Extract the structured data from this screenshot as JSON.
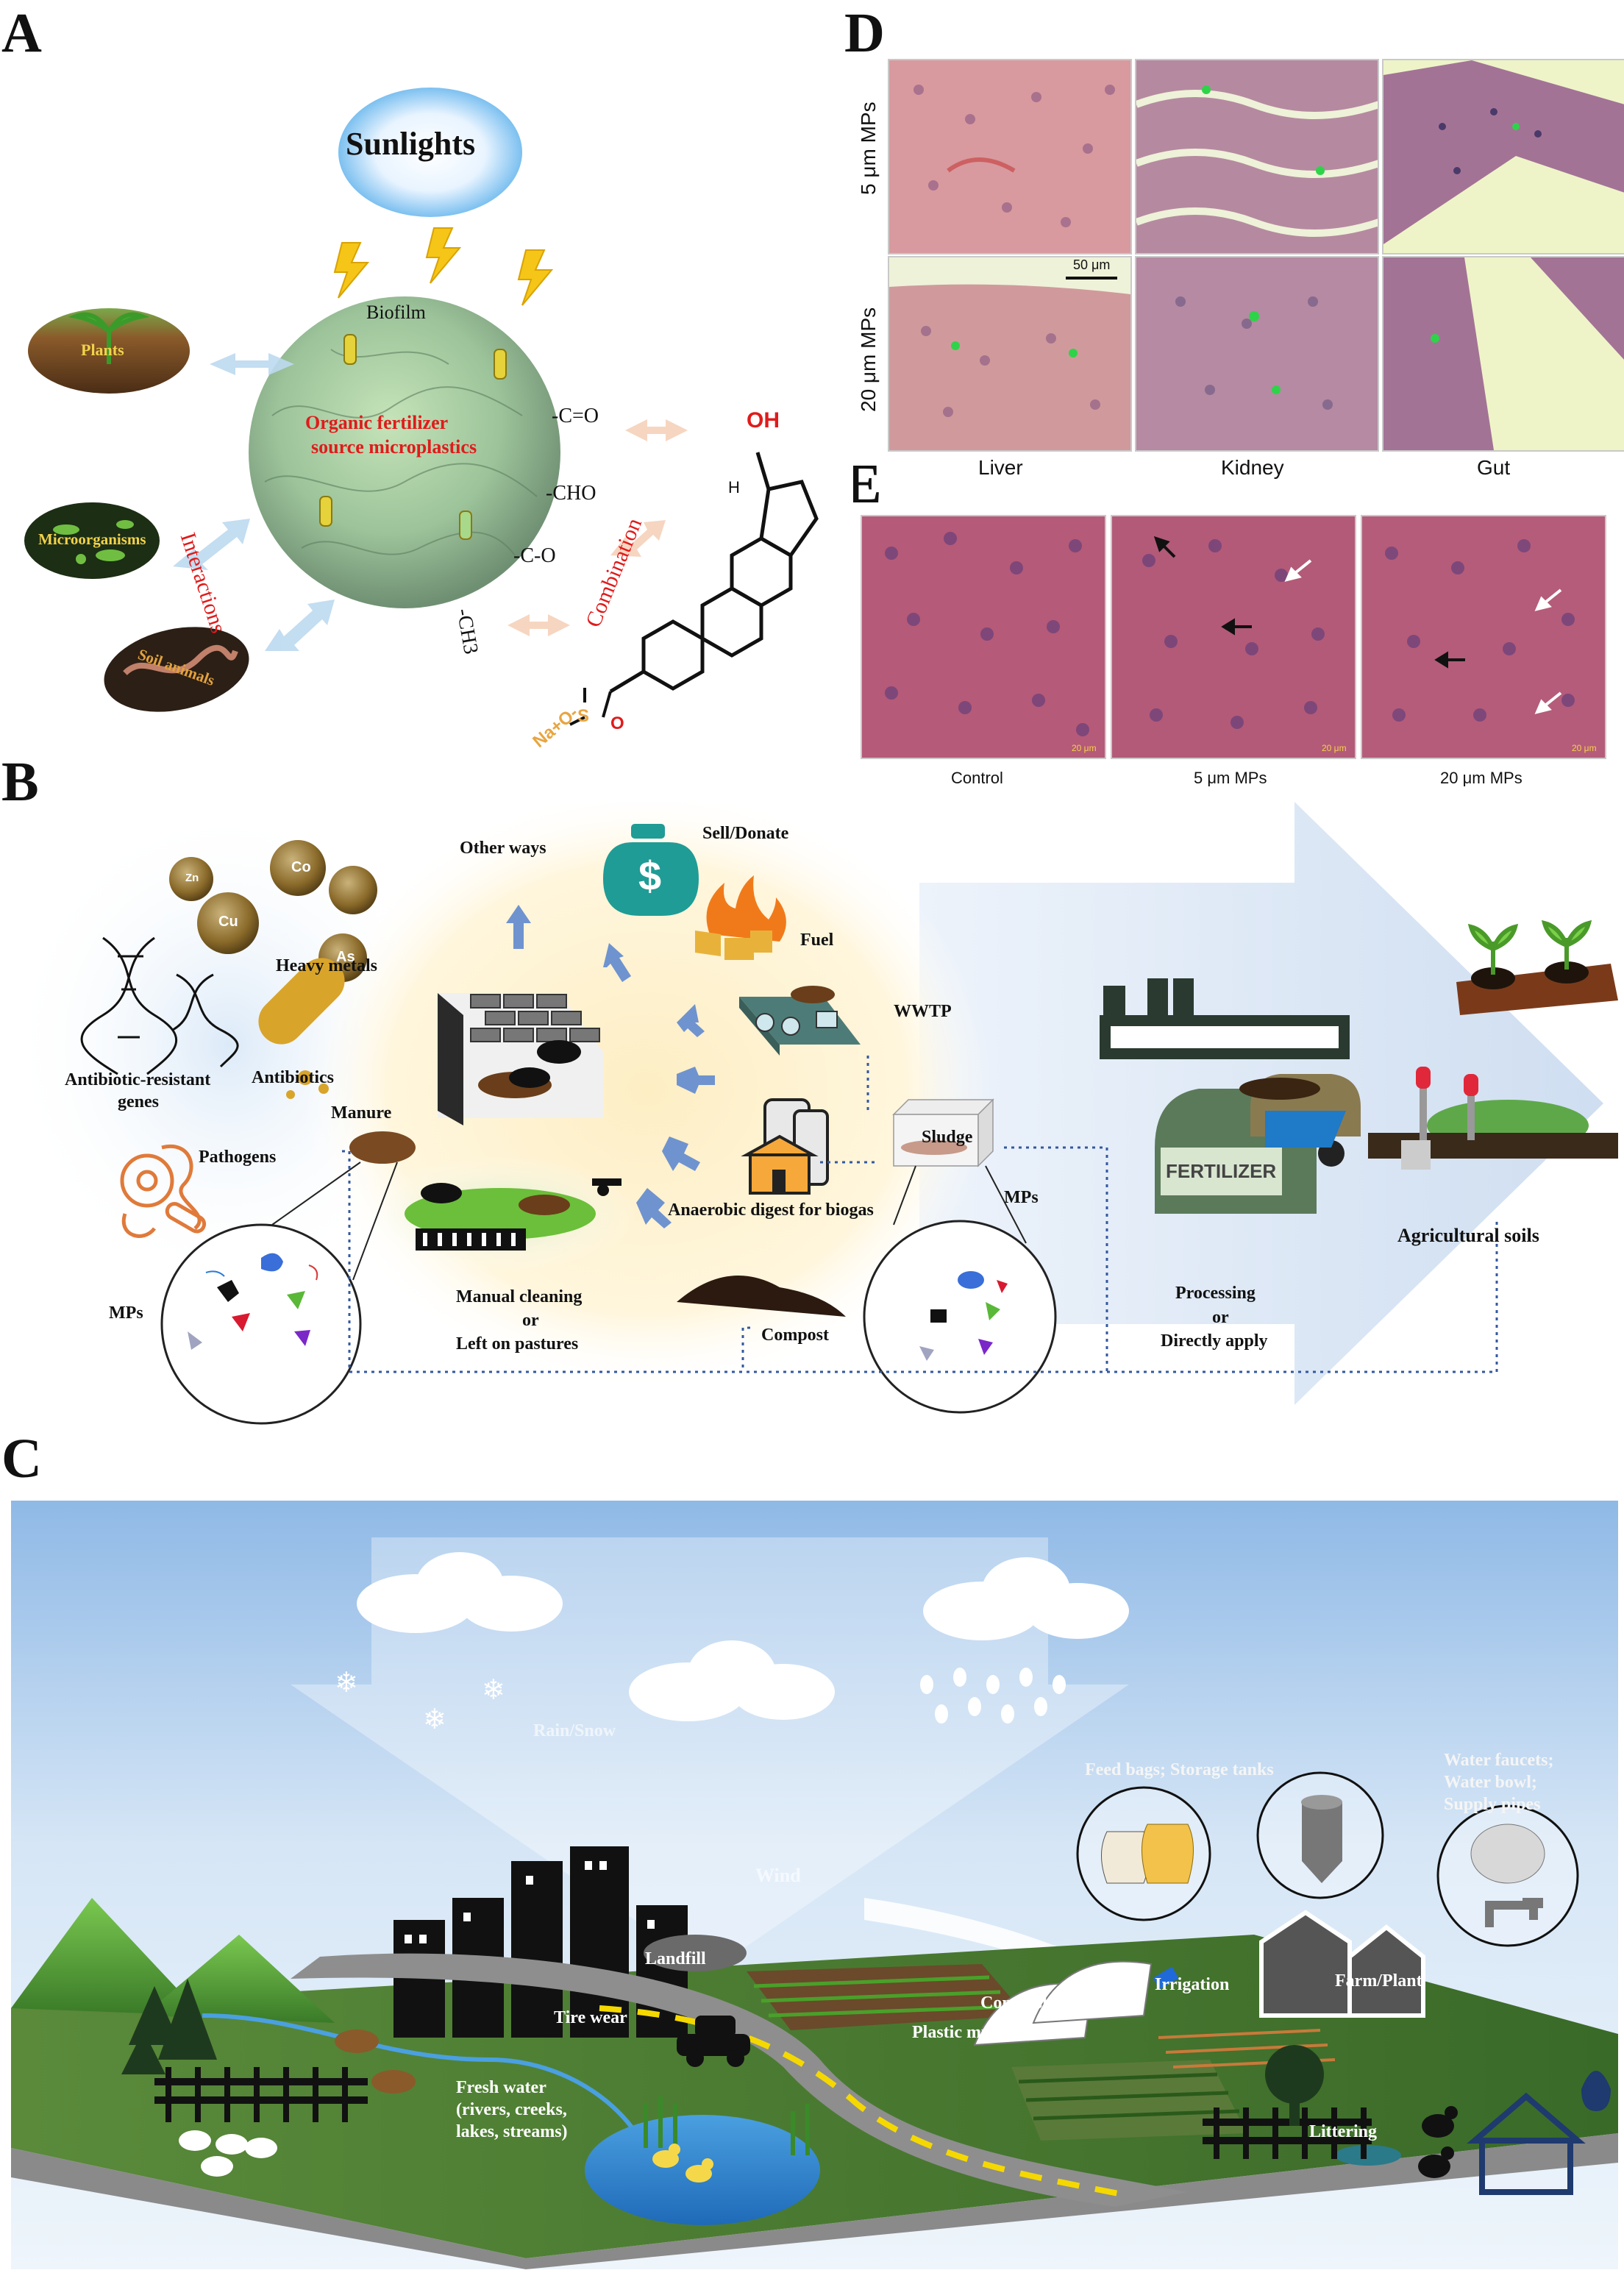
{
  "panels": {
    "a": "A",
    "b": "B",
    "c": "C",
    "d": "D",
    "e": "E"
  },
  "panel_a": {
    "sun": "Sunlights",
    "biofilm": "Biofilm",
    "center_line1": "Organic fertilizer",
    "center_line2": "source microplastics",
    "plants": "Plants",
    "microorganisms": "Microorganisms",
    "soil_animals": "Soil animals",
    "interactions": "Interactions",
    "combination": "Combination",
    "groups": [
      "-C=O",
      "-CHO",
      "-C-O",
      "-CH3"
    ],
    "molecule_oh": "OH",
    "molecule_h": "H",
    "molecule_na": "Na+O-",
    "molecule_s": "S",
    "molecule_o": "O"
  },
  "panel_d": {
    "row_labels": [
      "5 μm MPs",
      "20 μm MPs"
    ],
    "col_labels": [
      "Liver",
      "Kidney",
      "Gut"
    ],
    "scale_bar": "50 μm"
  },
  "panel_e": {
    "col_labels": [
      "Control",
      "5 μm MPs",
      "20 μm MPs"
    ],
    "scale": "20 μm"
  },
  "panel_b": {
    "heavy_metals": "Heavy metals",
    "metals": [
      "Zn",
      "Co",
      "Cu",
      "As"
    ],
    "arg_line1": "Antibiotic-resistant",
    "arg_line2": "genes",
    "antibiotics": "Antibiotics",
    "pathogens": "Pathogens",
    "manure": "Manure",
    "mps_left": "MPs",
    "other_ways": "Other ways",
    "sell": "Sell/Donate",
    "fuel": "Fuel",
    "wwtp": "WWTP",
    "sludge": "Sludge",
    "biogas": "Anaerobic digest for biogas",
    "mps_right": "MPs",
    "compost": "Compost",
    "manual1": "Manual cleaning",
    "manual2": "or",
    "manual3": "Left  on pastures",
    "processing1": "Processing",
    "processing2": "or",
    "processing3": "Directly apply",
    "fertilizer": "FERTILIZER",
    "soils": "Agricultural soils",
    "dollar": "$"
  },
  "panel_c": {
    "rain": "Rain/Snow",
    "wind": "Wind",
    "feed": "Feed bags; Storage tanks",
    "water1": "Water faucets;",
    "water2": "Water bowl;",
    "water3": "Supply pipes",
    "landfill": "Landfill",
    "tire": "Tire wear",
    "compost": "Compost/Sludge",
    "irrigation": "Irrigation",
    "farm": "Farm/Plant",
    "mulches": "Plastic mulches",
    "fresh1": "Fresh water",
    "fresh2": "(rivers, creeks,",
    "fresh3": "lakes, streams)",
    "littering": "Littering"
  }
}
